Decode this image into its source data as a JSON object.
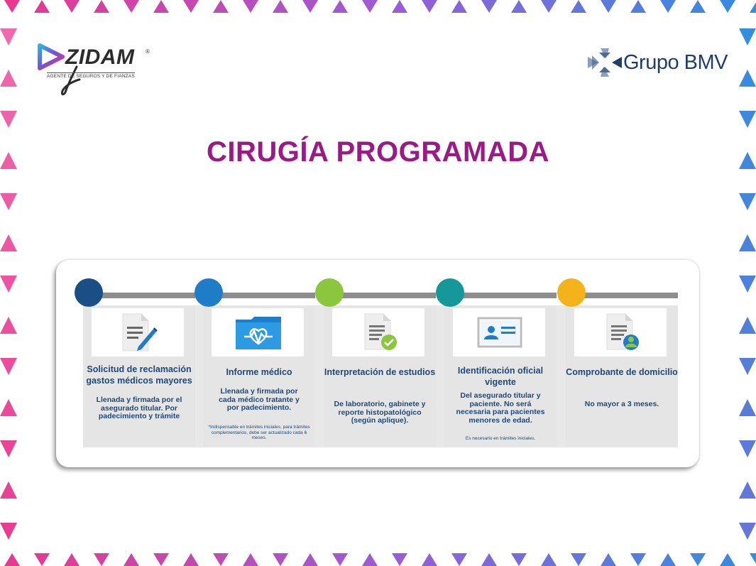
{
  "title": "CIRUGÍA PROGRAMADA",
  "logos": {
    "left": {
      "name": "ZIDAM",
      "registered": "®",
      "tagline": "AGENTE       DE SEGUROS Y DE FIANZAS"
    },
    "right": {
      "name": "Grupo BMV"
    }
  },
  "colors": {
    "title": "#9b1b86",
    "text": "#1d4a7a",
    "bar": "#8d8d8d"
  },
  "steps": [
    {
      "color": "#1a4f86",
      "icon": "document-pen-icon",
      "title": "Solicitud de reclamación gastos médicos mayores",
      "desc": "Llenada y firmada por el asegurado titular. Por padecimiento y trámite",
      "note": ""
    },
    {
      "color": "#1f7dc8",
      "icon": "folder-heartbeat-icon",
      "title": "Informe médico",
      "desc": "Llenada y firmada por cada médico tratante y por padecimiento.",
      "note": "*Indispensable en trámites iniciales, para trámites complementarios, debe ser actualizado cada 6 meses."
    },
    {
      "color": "#8cc63f",
      "icon": "document-check-icon",
      "title": "Interpretación de estudios",
      "desc": "De laboratorio, gabinete y reporte histopatológico (según aplique).",
      "note": ""
    },
    {
      "color": "#16989a",
      "icon": "id-card-icon",
      "title": "Identificación oficial vigente",
      "desc": "Del asegurado titular y paciente. No será necesaria para pacientes menores de edad.",
      "note": "Es necesario en trámites iniciales."
    },
    {
      "color": "#f4b21b",
      "icon": "document-user-icon",
      "title": "Comprobante de domicilio",
      "desc": "No mayor a 3 meses.",
      "note": ""
    }
  ]
}
